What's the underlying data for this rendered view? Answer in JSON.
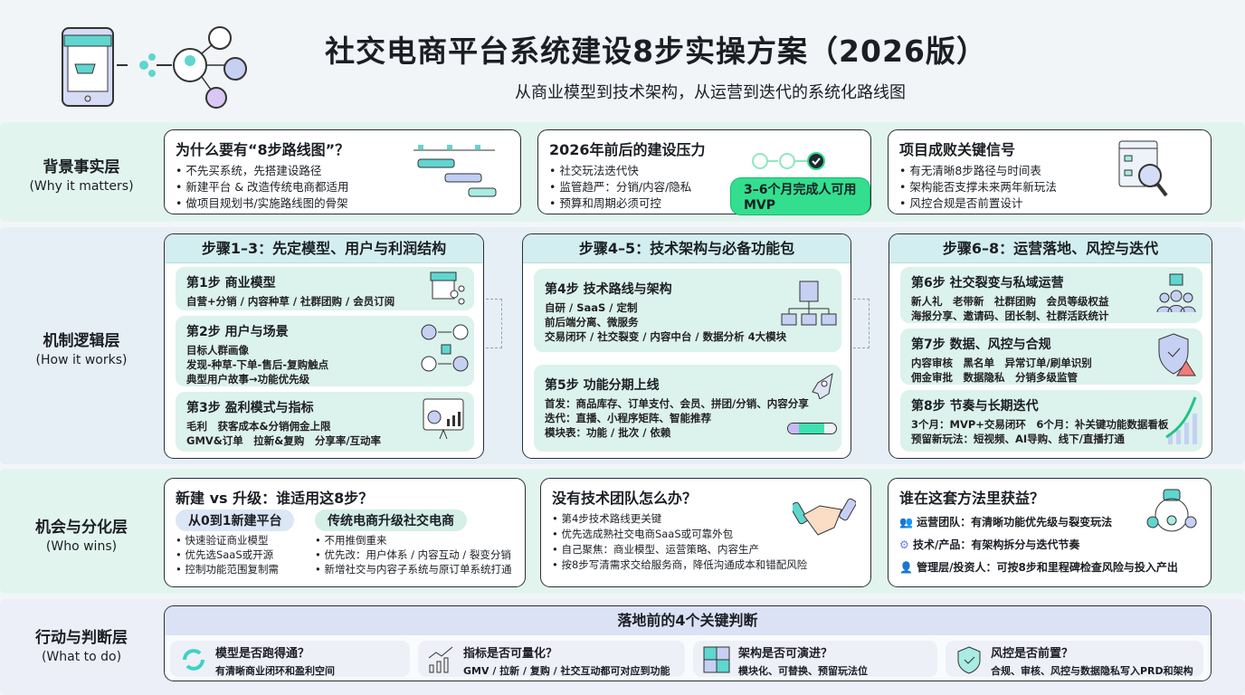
{
  "header": {
    "title": "社交电商平台系统建设8步实操方案（2026版）",
    "subtitle": "从商业模型到技术架构，从运营到迭代的系统化路线图"
  },
  "colors": {
    "mint": "#e2f4ee",
    "teal": "#3ed1c6",
    "green": "#2fdc8e",
    "lavender": "#dde2f6",
    "blue": "#a9b8ee"
  },
  "bands": [
    {
      "zh": "背景事实层",
      "en": "(Why it matters)"
    },
    {
      "zh": "机制逻辑层",
      "en": "(How it works)"
    },
    {
      "zh": "机会与分化层",
      "en": "(Who wins)"
    },
    {
      "zh": "行动与判断层",
      "en": "(What to do)"
    }
  ],
  "background": {
    "cards": [
      {
        "title": "为什么要有“8步路线图”？",
        "items": [
          "不先买系统，先搭建设路径",
          "新建平台 & 改造传统电商都适用",
          "做项目规划书/实施路线图的骨架"
        ],
        "icon": "gantt-chart-icon"
      },
      {
        "title": "2026年前后的建设压力",
        "items": [
          "社交玩法迭代快",
          "监管趋严：分销/内容/隐私",
          "预算和周期必须可控"
        ],
        "badge": "3–6个月完成人可用MVP",
        "icon": "milestone-progress-icon"
      },
      {
        "title": "项目成败关键信号",
        "items": [
          "有无清晰8步路径与时间表",
          "架构能否支撑未来两年新玩法",
          "风控合规是否前置设计"
        ],
        "icon": "magnifier-diagram-icon"
      }
    ]
  },
  "mechanism": {
    "columns": [
      {
        "title": "步骤1–3：先定模型、用户与利润结构",
        "steps": [
          {
            "title": "第1步 商业模型",
            "lines": [
              "自营+分销 / 内容种草 / 社群团购 / 会员订阅"
            ],
            "icon": "storefront-share-icon"
          },
          {
            "title": "第2步 用户与场景",
            "lines": [
              "目标人群画像",
              "发现-种草-下单-售后-复购触点",
              "典型用户故事→功能优先级"
            ],
            "icon": "user-flow-icon"
          },
          {
            "title": "第3步 盈利模式与指标",
            "lines": [
              "毛利　获客成本&分销佣金上限",
              "GMV&订单　拉新&复购　分享率/互动率"
            ],
            "icon": "dashboard-chart-icon"
          }
        ]
      },
      {
        "title": "步骤4–5：技术架构与必备功能包",
        "steps": [
          {
            "title": "第4步 技术路线与架构",
            "lines": [
              "自研 / SaaS / 定制",
              "前后端分离、微服务",
              "交易闭环 / 社交裂变 / 内容中台 / 数据分析 4大模块"
            ],
            "icon": "server-architecture-icon"
          },
          {
            "title": "第5步 功能分期上线",
            "lines": [
              "首发：商品库存、订单支付、会员、拼团/分销、内容分享",
              "迭代：直播、小程序矩阵、智能推荐",
              "模块表：功能 / 批次 / 依赖"
            ],
            "icon": "rocket-icon",
            "progress": 0.75
          }
        ]
      },
      {
        "title": "步骤6–8：运营落地、风控与迭代",
        "steps": [
          {
            "title": "第6步 社交裂变与私域运营",
            "lines": [
              "新人礼　老带新　社群团购　会员等级权益",
              "海报分享、邀请码、团长制、社群活跃统计"
            ],
            "icon": "gift-community-icon"
          },
          {
            "title": "第7步 数据、风控与合规",
            "lines": [
              "内容审核　黑名单　异常订单/刷单识别",
              "佣金审批　数据隐私　分销多级监管"
            ],
            "icon": "shield-warning-icon"
          },
          {
            "title": "第8步 节奏与长期迭代",
            "lines": [
              "3个月：MVP+交易闭环　6个月：补关键功能数据看板",
              "预留新玩法：短视频、AI导购、线下/直播打通"
            ],
            "icon": "growth-arrow-icon"
          }
        ]
      }
    ]
  },
  "opportunity": {
    "cards": [
      {
        "title": "新建 vs 升级：谁适用这8步？",
        "left": {
          "label": "从0到1新建平台",
          "items": [
            "快速验证商业模型",
            "优先选SaaS或开源",
            "控制功能范围复制需"
          ]
        },
        "right": {
          "label": "传统电商升级社交电商",
          "items": [
            "不用推倒重来",
            "优先改：用户体系 / 内容互动 / 裂变分销",
            "新增社交与内容子系统与原订单系统打通"
          ]
        }
      },
      {
        "title": "没有技术团队怎么办？",
        "items": [
          "第4步技术路线更关键",
          "优先选成熟社交电商SaaS或可靠外包",
          "自己聚焦：商业模型、运营策略、内容生产",
          "按8步写清需求交给服务商，降低沟通成本和错配风险"
        ],
        "icon": "handshake-icon"
      },
      {
        "title": "谁在这套方法里获益？",
        "items": [
          {
            "icon": "team-icon",
            "text": "运营团队：有清晰功能优先级与裂变玩法"
          },
          {
            "icon": "gear-icon",
            "text": "技术/产品：有架构拆分与迭代节奏"
          },
          {
            "icon": "person-icon",
            "text": "管理层/投资人：可按8步和里程碑检查风险与投入产出"
          }
        ],
        "icon": "collaboration-icon"
      }
    ]
  },
  "action": {
    "title": "落地前的4个关键判断",
    "items": [
      {
        "q": "模型是否跑得通？",
        "a": "有清晰商业闭环和盈利空间",
        "icon": "cycle-icon"
      },
      {
        "q": "指标是否可量化？",
        "a": "GMV / 拉新 / 复购 / 社交互动都可对应到功能",
        "icon": "bar-growth-icon"
      },
      {
        "q": "架构是否可演进？",
        "a": "模块化、可替换、预留玩法位",
        "icon": "puzzle-icon"
      },
      {
        "q": "风控是否前置？",
        "a": "合规、审核、风控与数据隐私写入PRD和架构",
        "icon": "shield-check-icon"
      }
    ]
  }
}
